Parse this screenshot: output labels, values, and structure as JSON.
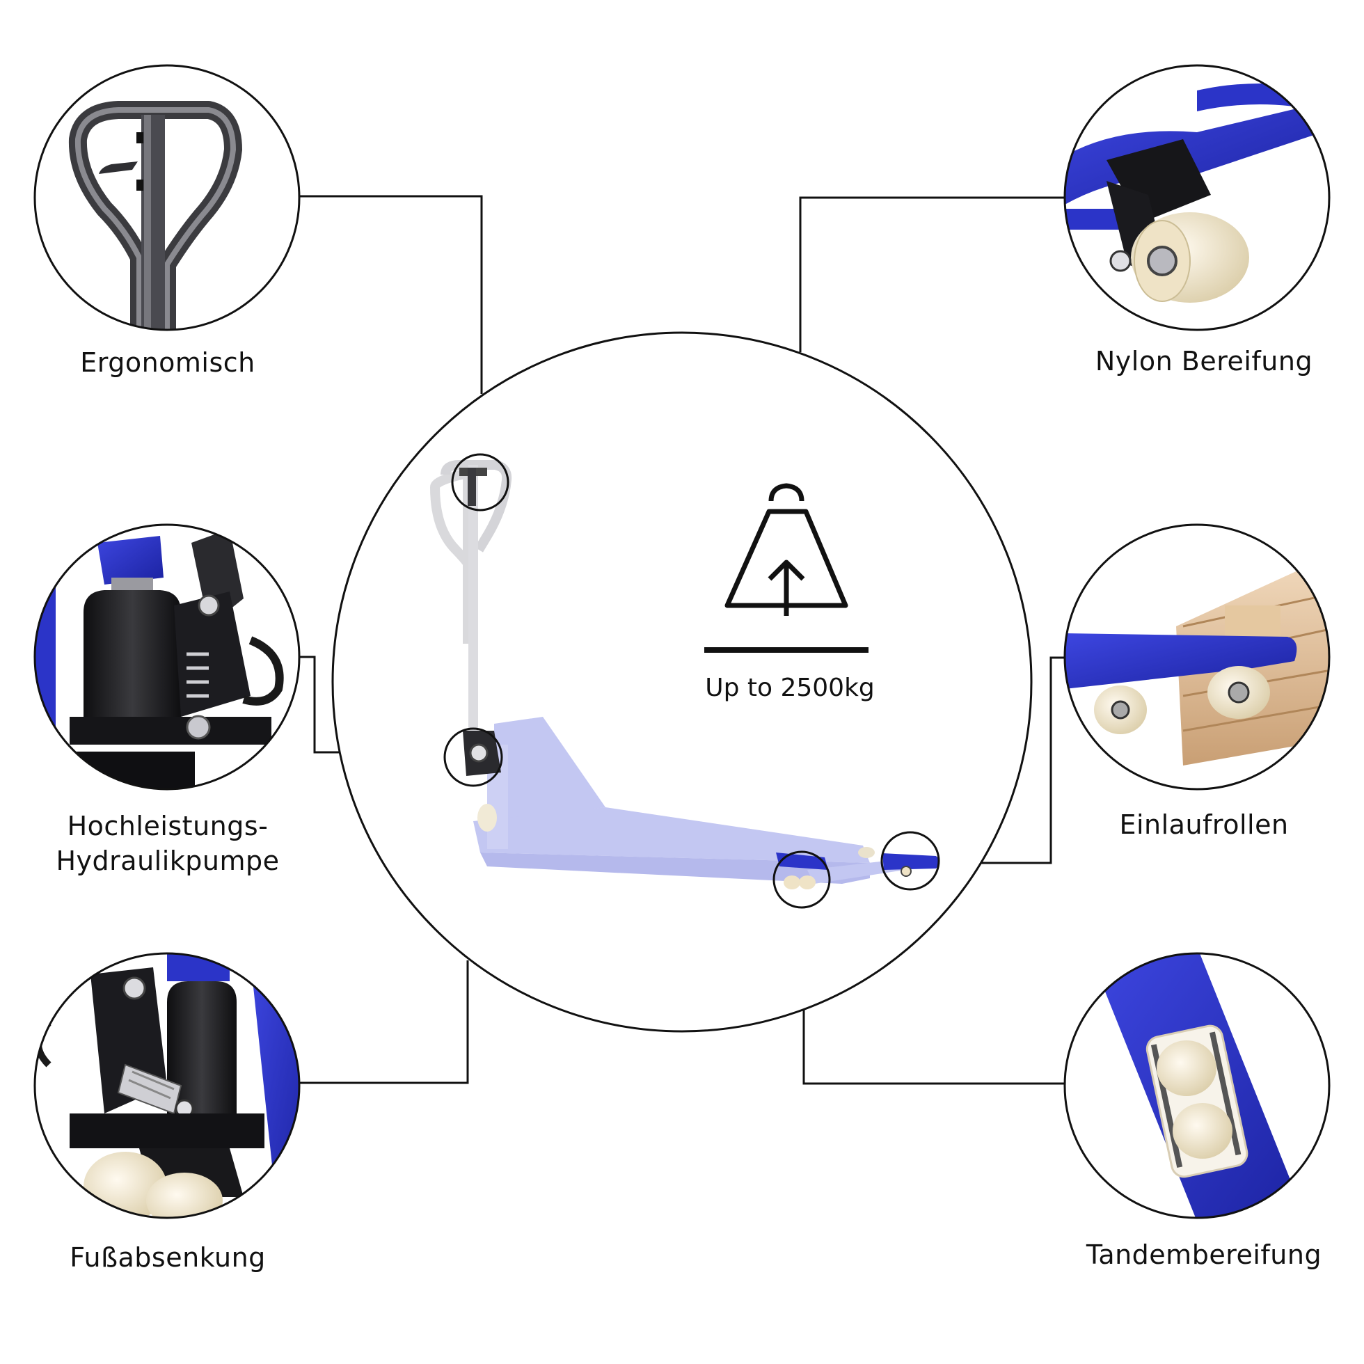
{
  "features": {
    "ergonomisch": {
      "label": "Ergonomisch",
      "icon": "handle-icon"
    },
    "hydraulikpumpe": {
      "label_line1": "Hochleistungs-",
      "label_line2": "Hydraulikpumpe",
      "icon": "hydraulic-pump-icon"
    },
    "fussabsenkung": {
      "label": "Fußabsenkung",
      "icon": "foot-release-icon"
    },
    "nylon_bereifung": {
      "label": "Nylon Bereifung",
      "icon": "nylon-wheel-icon"
    },
    "einlaufrollen": {
      "label": "Einlaufrollen",
      "icon": "entry-roller-icon"
    },
    "tandembereifung": {
      "label": "Tandembereifung",
      "icon": "tandem-wheel-icon"
    }
  },
  "center": {
    "capacity_text": "Up to 2500kg",
    "capacity_icon": "weight-lift-icon",
    "product_icon": "pallet-truck-icon"
  },
  "colors": {
    "accent_blue": "#2b34c8",
    "faded_blue": "#c3c7f2",
    "roller_cream": "#f1e6c8",
    "metal_dark": "#1f1f22",
    "outline": "#111111"
  }
}
